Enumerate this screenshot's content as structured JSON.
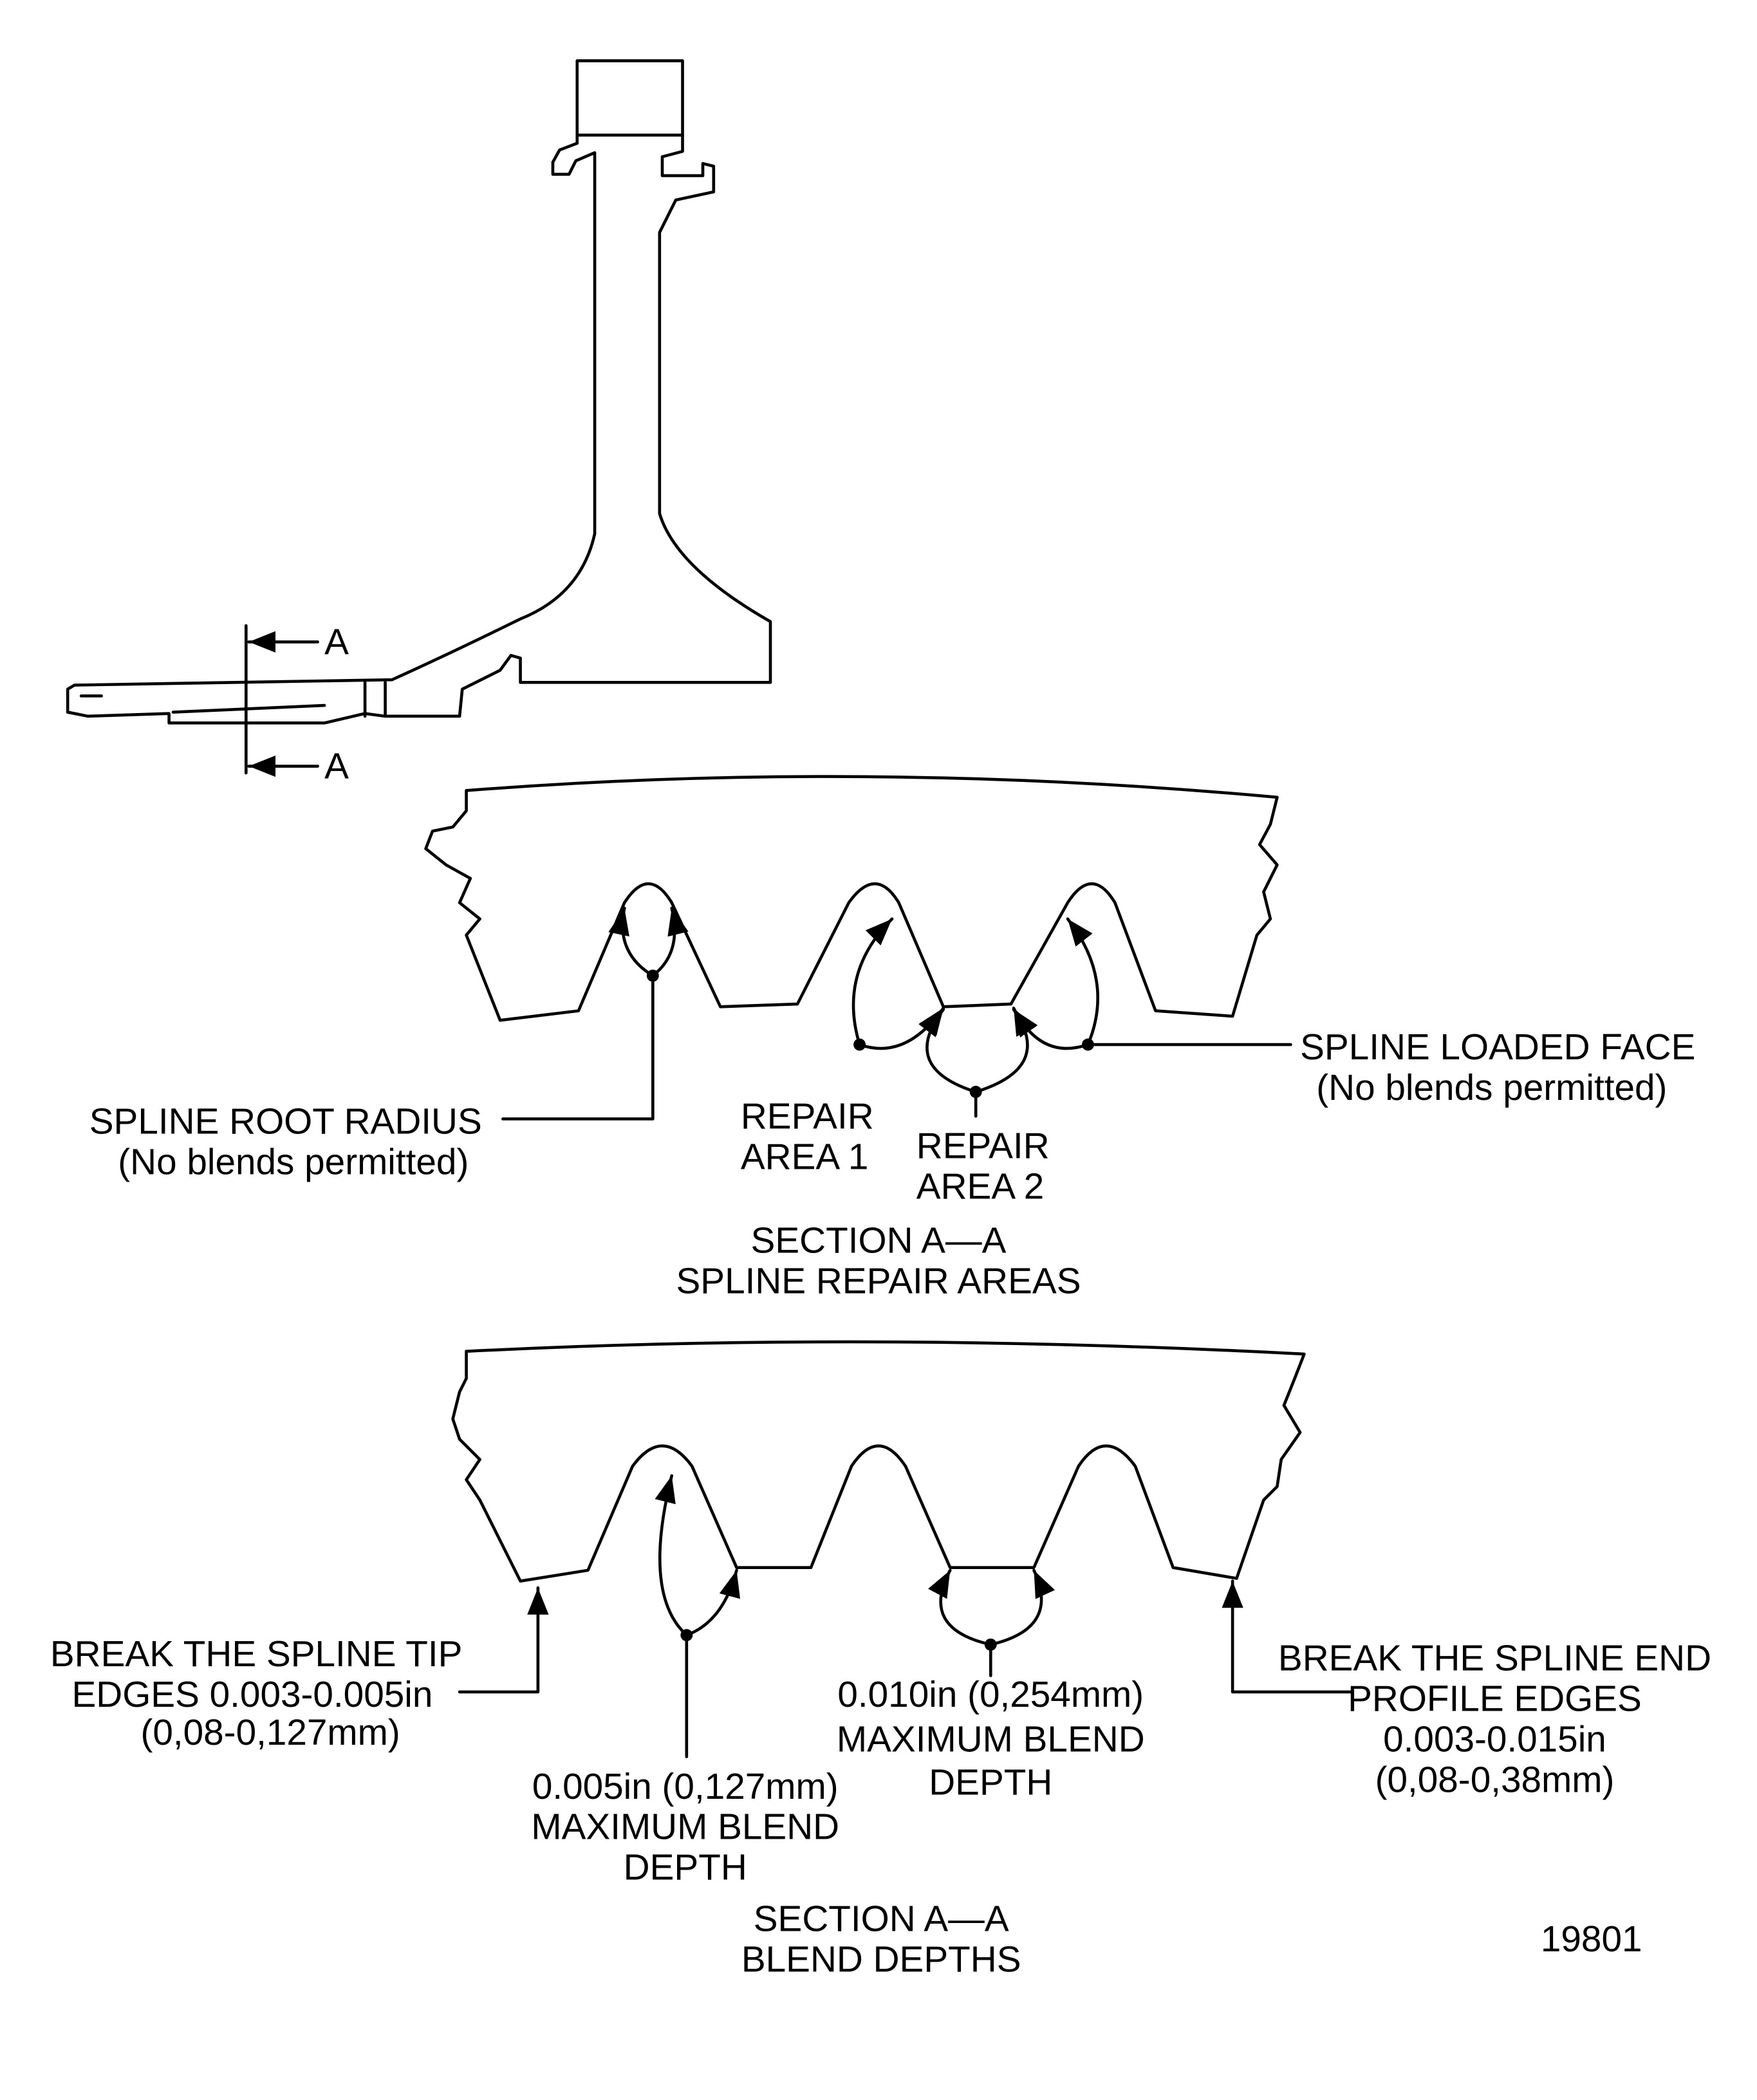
{
  "top_view": {
    "section_label_top": "A",
    "section_label_bottom": "A"
  },
  "repair_section": {
    "root_radius_label": "SPLINE ROOT RADIUS",
    "root_radius_note": "(No blends permitted)",
    "area1_line1": "REPAIR",
    "area1_line2": "AREA 1",
    "area2_line1": "REPAIR",
    "area2_line2": "AREA 2",
    "loaded_face_label": "SPLINE LOADED FACE",
    "loaded_face_note": "(No blends permitted)",
    "title_line1": "SECTION A—A",
    "title_line2": "SPLINE REPAIR AREAS"
  },
  "blend_section": {
    "tip_line1": "BREAK THE SPLINE TIP",
    "tip_line2": "EDGES 0.003-0.005in",
    "tip_line3": "(0,08-0,127mm)",
    "blend1_line1": "0.005in  (0,127mm)",
    "blend1_line2": "MAXIMUM BLEND",
    "blend1_line3": "DEPTH",
    "blend2_line1": "0.010in  (0,254mm)",
    "blend2_line2": "MAXIMUM BLEND",
    "blend2_line3": "DEPTH",
    "end_line1": "BREAK THE SPLINE END",
    "end_line2": "PROFILE EDGES",
    "end_line3": "0.003-0.015in",
    "end_line4": "(0,08-0,38mm)",
    "title_line1": "SECTION A—A",
    "title_line2": "BLEND DEPTHS"
  },
  "figure_number": "19801"
}
